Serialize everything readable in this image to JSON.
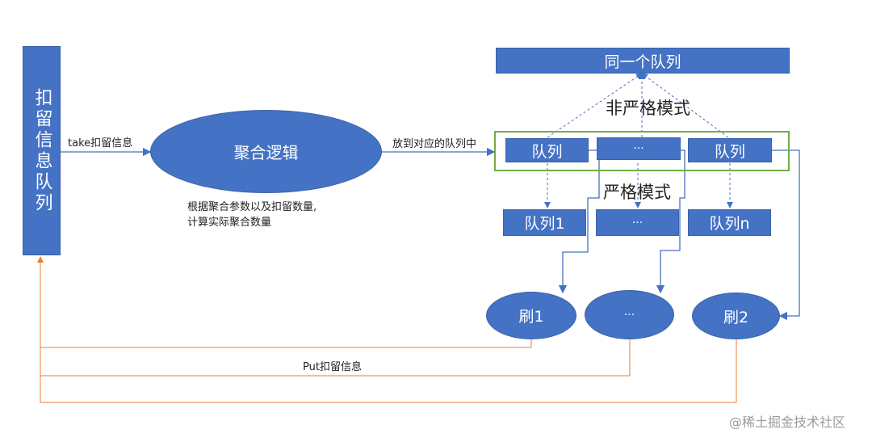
{
  "left_queue": "扣留信息队列",
  "take_label": "take扣留信息",
  "aggregate_logic": "聚合逻辑",
  "aggregate_note_1": "根据聚合参数以及扣留数量,",
  "aggregate_note_2": "计算实际聚合数量",
  "put_to_queue_label": "放到对应的队列中",
  "same_queue": "同一个队列",
  "non_strict_mode": "非严格模式",
  "strict_mode": "严格模式",
  "top_row": [
    "队列",
    "···",
    "队列"
  ],
  "bottom_row": [
    "队列1",
    "···",
    "队列n"
  ],
  "flushers": [
    "刷1",
    "···",
    "刷2"
  ],
  "put_label": "Put扣留信息",
  "watermark": "@稀土掘金技术社区",
  "colors": {
    "box": "#4472c4",
    "green_frame": "#70ad47",
    "orange_line": "#ed7d31"
  }
}
